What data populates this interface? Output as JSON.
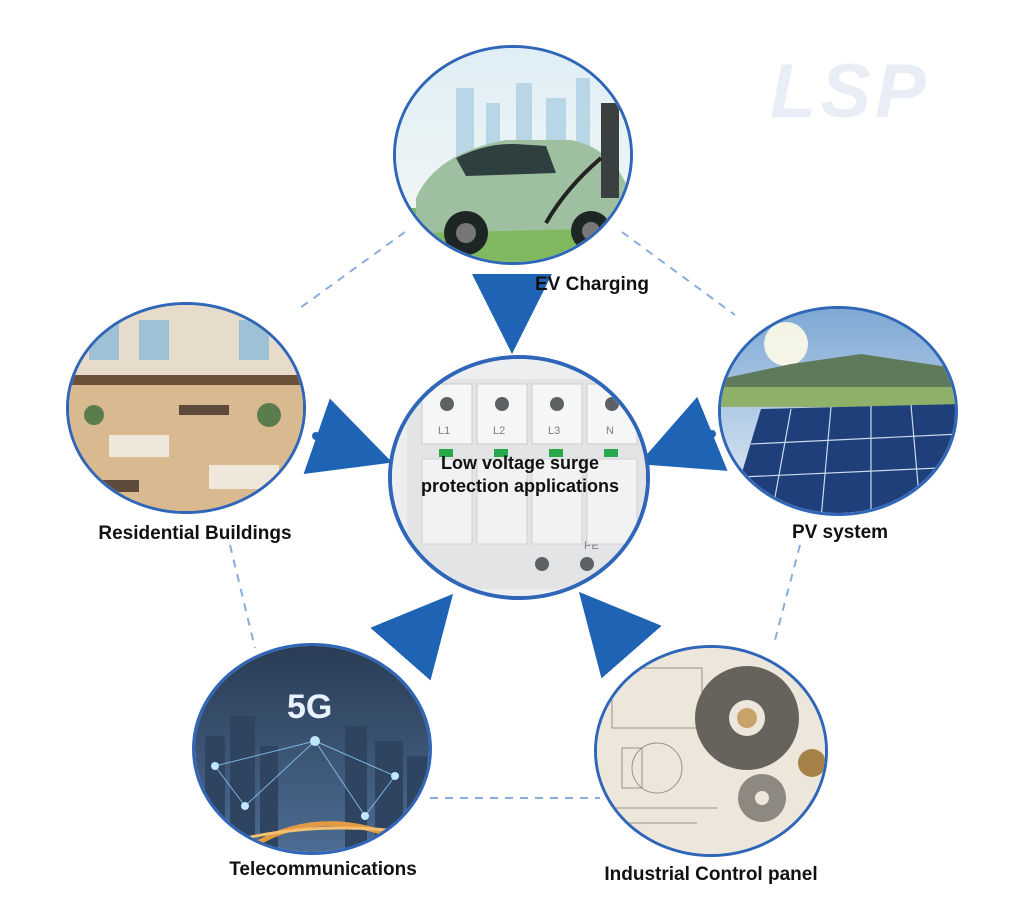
{
  "logo": {
    "text": "LSP"
  },
  "center": {
    "text_line1": "Low voltage surge",
    "text_line2": "protection applications",
    "module_labels": [
      "L1",
      "L2",
      "L3",
      "N",
      "PE"
    ]
  },
  "nodes": {
    "ev": {
      "label": "EV Charging"
    },
    "residential": {
      "label": "Residential Buildings"
    },
    "pv": {
      "label": "PV system"
    },
    "telecom": {
      "label": "Telecommunications",
      "badge": "5G"
    },
    "industrial": {
      "label": "Industrial Control panel"
    }
  },
  "colors": {
    "accent": "#2f66b8",
    "arrow": "#1f63b5",
    "dash": "#8aaedb"
  }
}
